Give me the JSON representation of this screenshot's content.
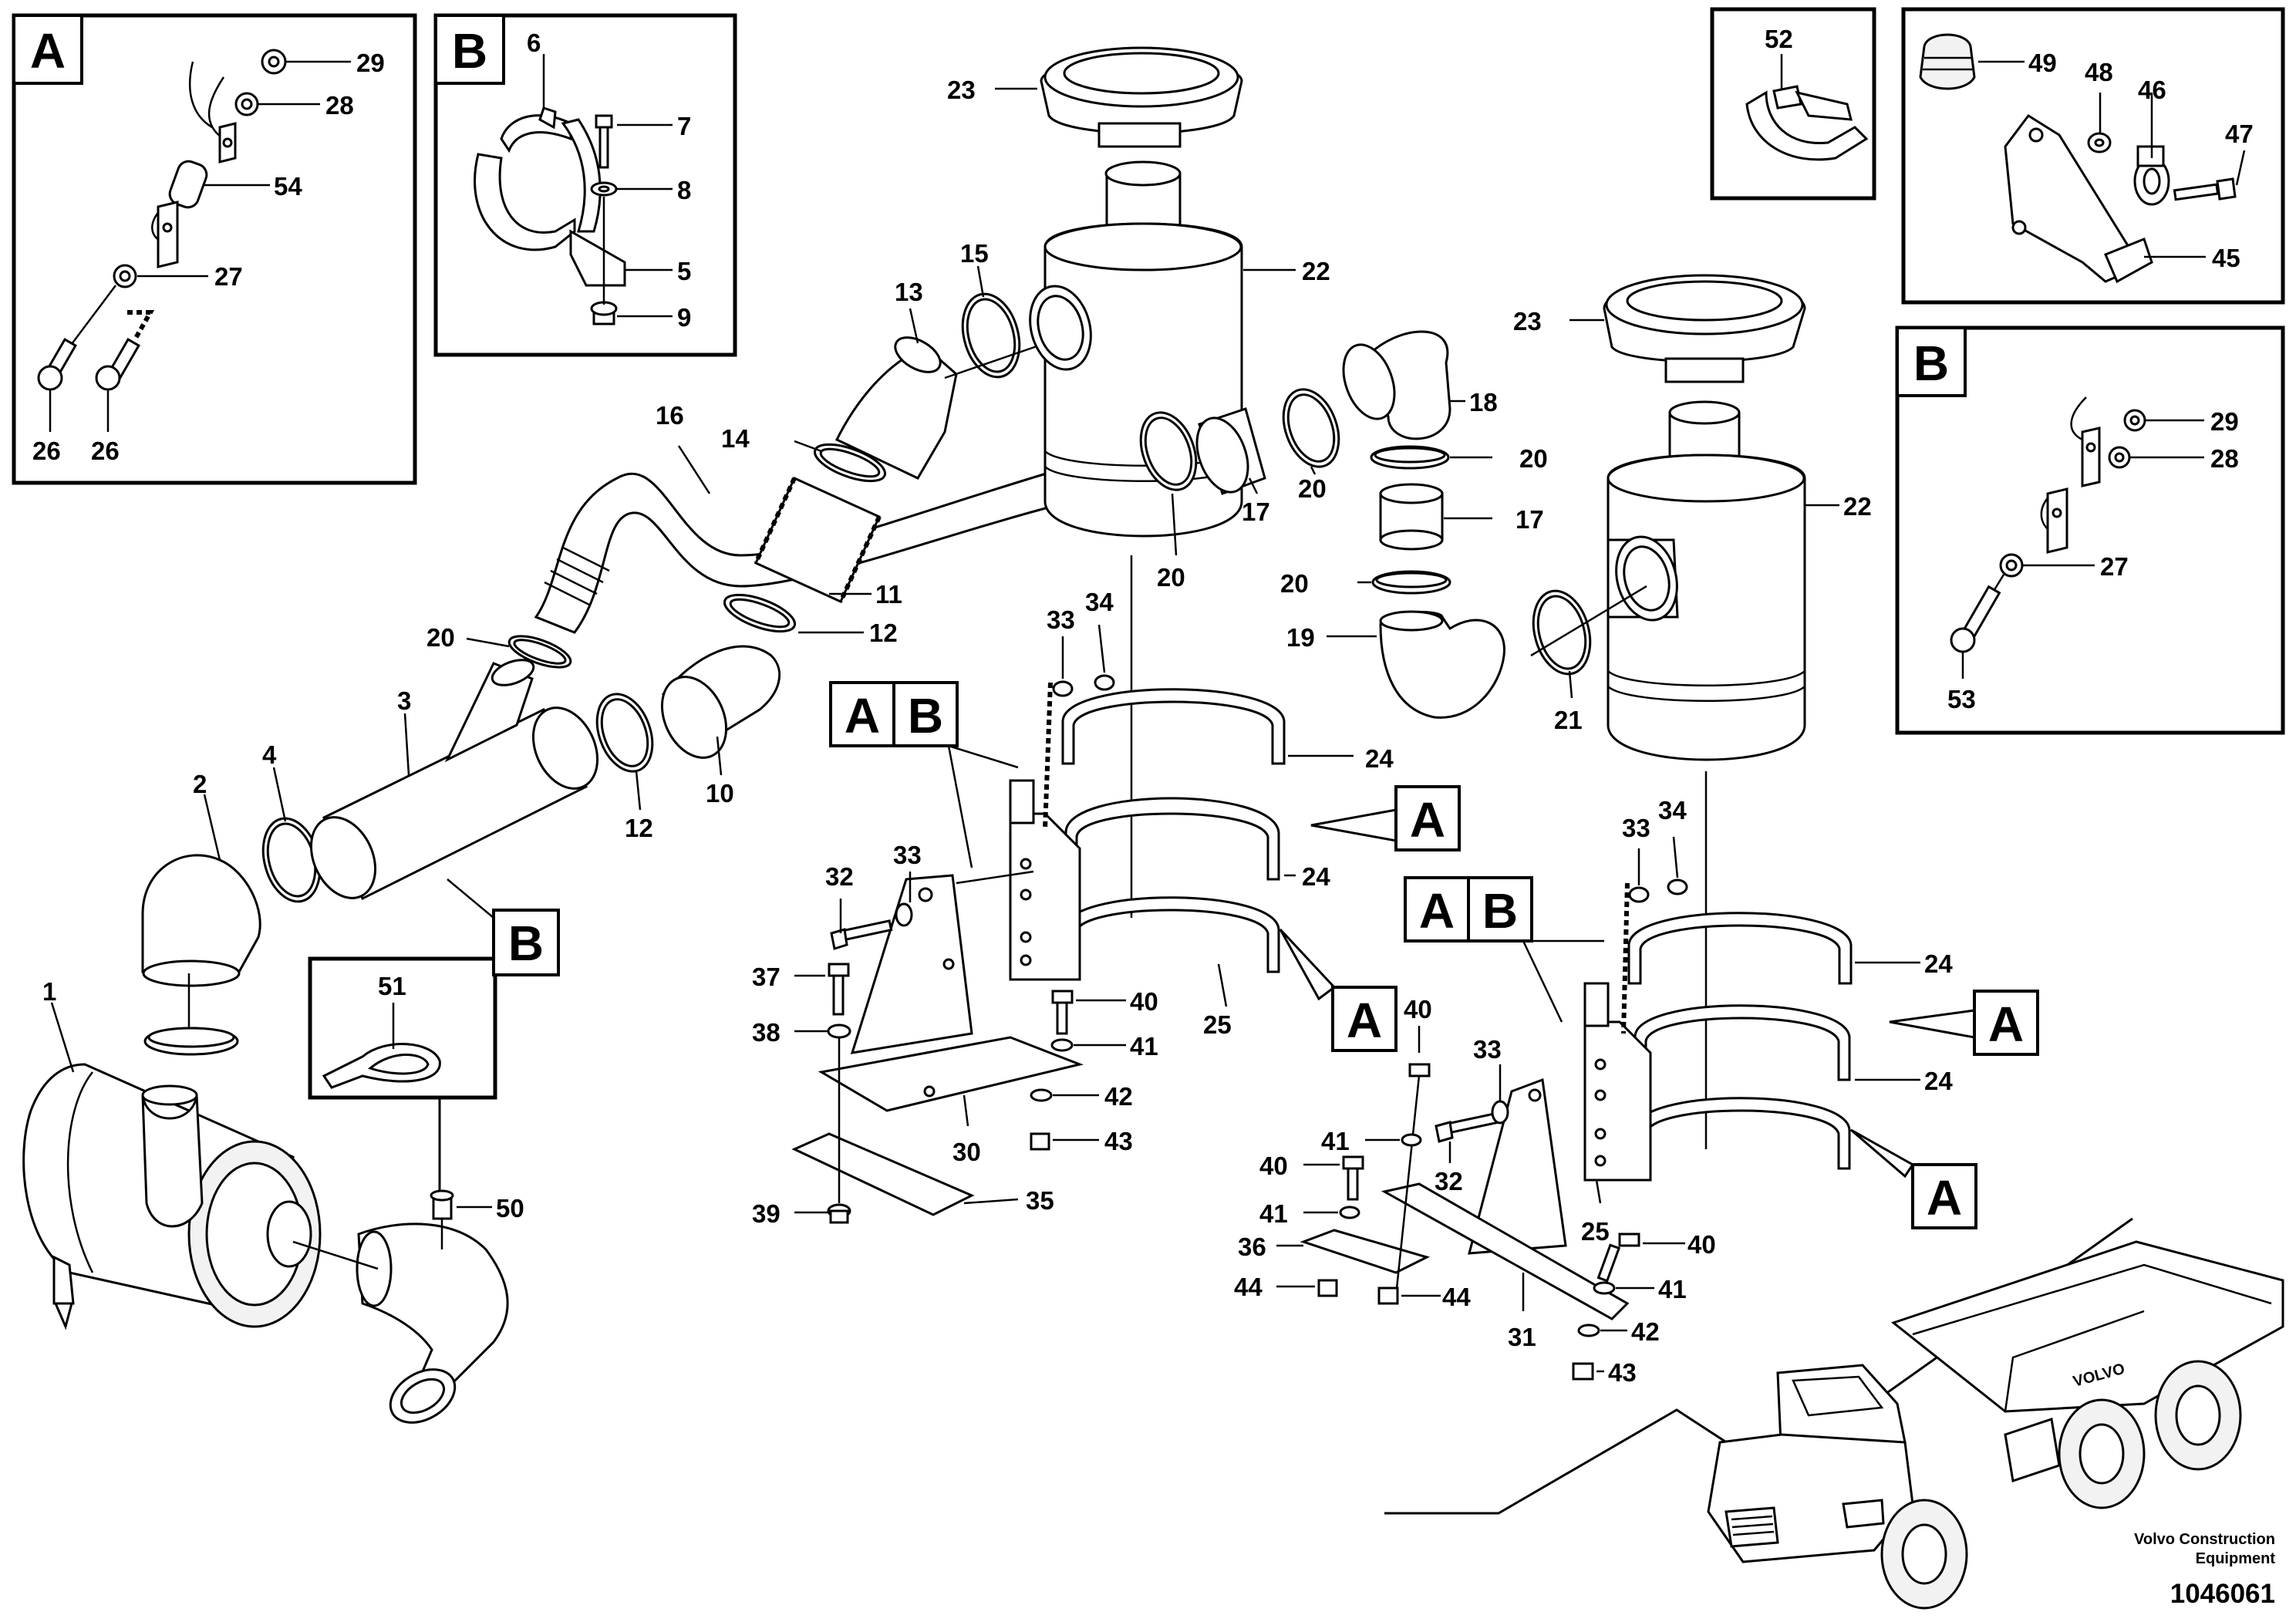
{
  "inset_labels": {
    "a_top": "A",
    "b_top": "B",
    "b_right": "B"
  },
  "callouts": {
    "a_main1": "A",
    "a_main2": "A",
    "a_main3": "A",
    "a_main4": "A",
    "ab1_a": "A",
    "ab1_b": "B",
    "ab2_a": "A",
    "ab2_b": "B",
    "b_main": "B"
  },
  "part_numbers": {
    "p1": "1",
    "p2": "2",
    "p3": "3",
    "p4": "4",
    "p5": "5",
    "p6": "6",
    "p7": "7",
    "p8": "8",
    "p9": "9",
    "p10": "10",
    "p11": "11",
    "p12a": "12",
    "p12b": "12",
    "p13": "13",
    "p14": "14",
    "p15": "15",
    "p16": "16",
    "p17a": "17",
    "p17b": "17",
    "p18": "18",
    "p19": "19",
    "p20a": "20",
    "p20b": "20",
    "p20c": "20",
    "p20d": "20",
    "p20e": "20",
    "p21": "21",
    "p22a": "22",
    "p22b": "22",
    "p23a": "23",
    "p23b": "23",
    "p24a": "24",
    "p24b": "24",
    "p24c": "24",
    "p24d": "24",
    "p25a": "25",
    "p25b": "25",
    "p26a": "26",
    "p26b": "26",
    "p27a": "27",
    "p27b": "27",
    "p28a": "28",
    "p28b": "28",
    "p29a": "29",
    "p29b": "29",
    "p30": "30",
    "p31": "31",
    "p32a": "32",
    "p32b": "32",
    "p33a": "33",
    "p33b": "33",
    "p33c": "33",
    "p34a": "34",
    "p34b": "34",
    "p35": "35",
    "p36": "36",
    "p37": "37",
    "p38": "38",
    "p39": "39",
    "p40a": "40",
    "p40b": "40",
    "p40c": "40",
    "p40d": "40",
    "p41a": "41",
    "p41b": "41",
    "p41c": "41",
    "p41d": "41",
    "p42a": "42",
    "p42b": "42",
    "p43a": "43",
    "p43b": "43",
    "p44a": "44",
    "p44b": "44",
    "p45": "45",
    "p46": "46",
    "p47": "47",
    "p48": "48",
    "p49": "49",
    "p50": "50",
    "p51": "51",
    "p52": "52",
    "p53": "53",
    "p54": "54"
  },
  "branding": {
    "name_line1": "Volvo Construction",
    "name_line2": "Equipment",
    "doc_number": "1046061",
    "truck_logo": "VOLVO"
  }
}
